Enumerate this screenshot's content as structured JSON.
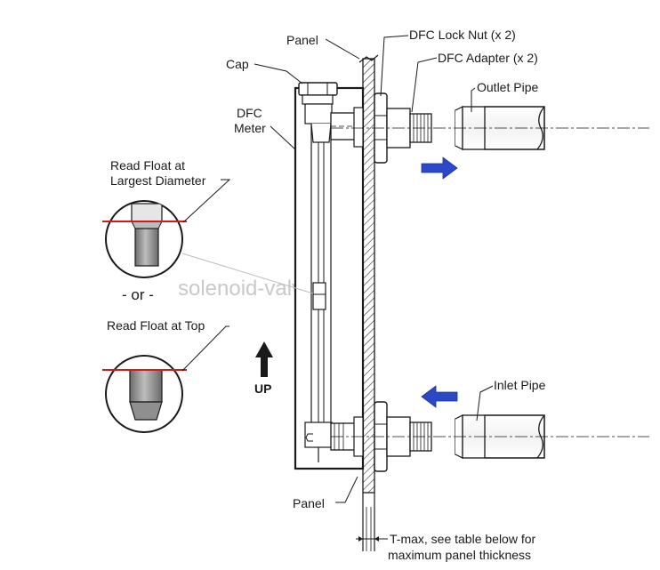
{
  "labels": {
    "panel_top": "Panel",
    "cap": "Cap",
    "dfc_meter_line1": "DFC",
    "dfc_meter_line2": "Meter",
    "lock_nut": "DFC  Lock Nut (x 2)",
    "adapter": "DFC Adapter (x 2)",
    "outlet_pipe": "Outlet Pipe",
    "read_largest_line1": "Read Float at",
    "read_largest_line2": "Largest Diameter",
    "or": "- or -",
    "read_top": "Read Float at Top",
    "up": "UP",
    "inlet_pipe": "Inlet Pipe",
    "panel_bottom": "Panel",
    "tmax_line1": "T-max, see table below for",
    "tmax_line2": "maximum panel thickness"
  },
  "watermark": "solenoid-valve.com",
  "colors": {
    "line": "#1a1a1a",
    "flow_arrow": "#2a48c8",
    "read_line": "#d11a1a",
    "float_fill": "#8f8f8f",
    "hatch": "#333333"
  },
  "icons": [
    "flow-arrow-right-icon",
    "flow-arrow-left-icon",
    "up-arrow-icon"
  ]
}
